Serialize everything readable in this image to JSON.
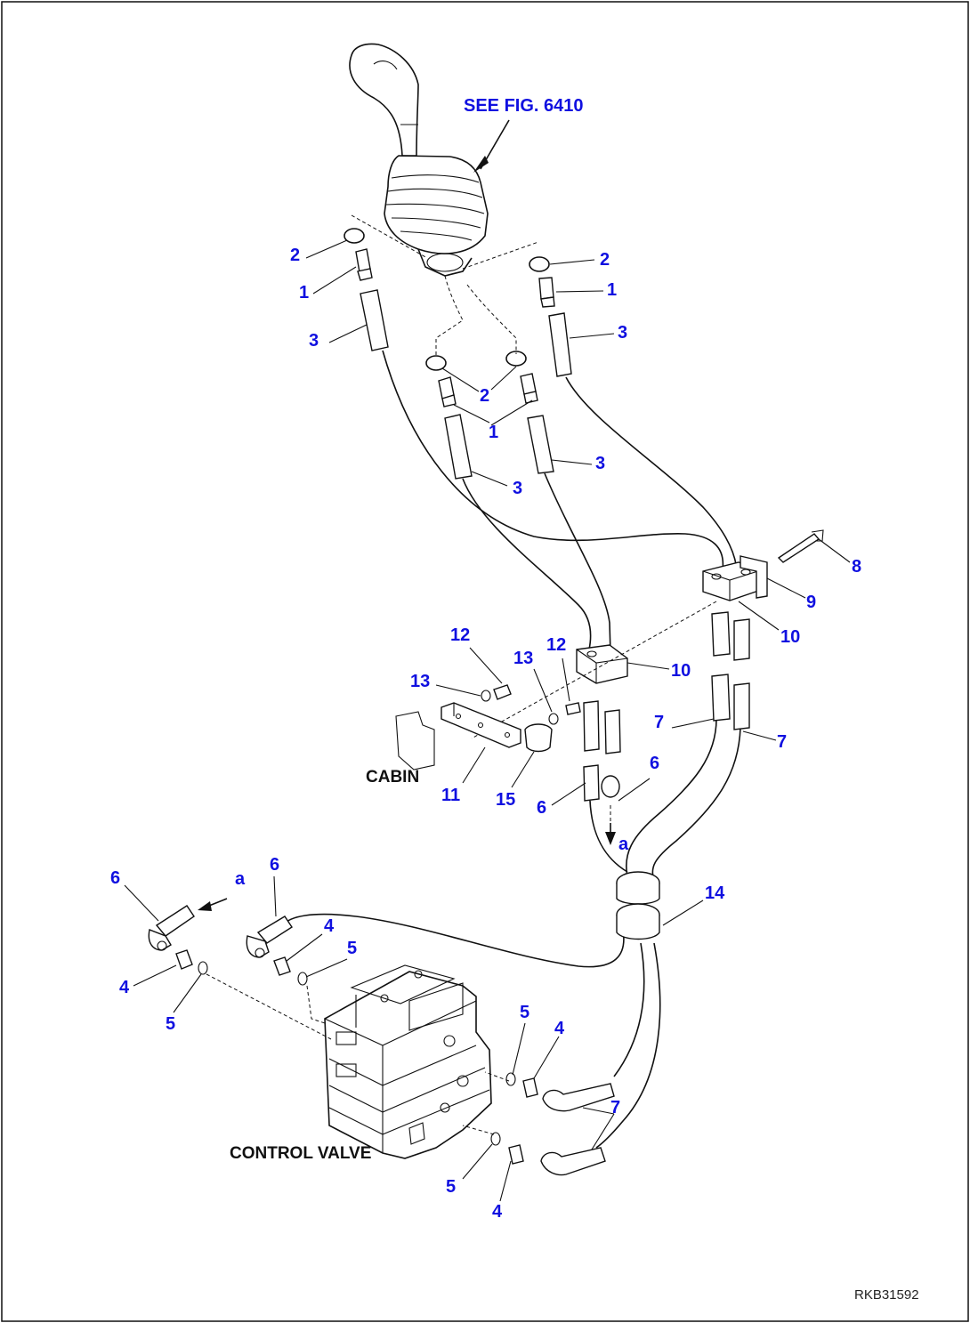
{
  "figure": {
    "reference_note": "SEE FIG. 6410",
    "drawing_code": "RKB31592",
    "component_labels": {
      "cabin": "CABIN",
      "control_valve": "CONTROL VALVE"
    }
  },
  "callouts": {
    "c1a": "1",
    "c1b": "1",
    "c1c": "1",
    "c2a": "2",
    "c2b": "2",
    "c2c": "2",
    "c3a": "3",
    "c3b": "3",
    "c3c": "3",
    "c3d": "3",
    "c4a": "4",
    "c4b": "4",
    "c4c": "4",
    "c4d": "4",
    "c5a": "5",
    "c5b": "5",
    "c5c": "5",
    "c5d": "5",
    "c6a": "6",
    "c6b": "6",
    "c6c": "6",
    "c6d": "6",
    "c7a": "7",
    "c7b": "7",
    "c7c": "7",
    "c8": "8",
    "c9": "9",
    "c10a": "10",
    "c10b": "10",
    "c11": "11",
    "c12a": "12",
    "c12b": "12",
    "c13a": "13",
    "c13b": "13",
    "c14": "14",
    "c15": "15",
    "ref_a1": "a",
    "ref_a2": "a"
  },
  "colors": {
    "callout": "#1010e0",
    "line": "#111111",
    "background": "#ffffff"
  }
}
